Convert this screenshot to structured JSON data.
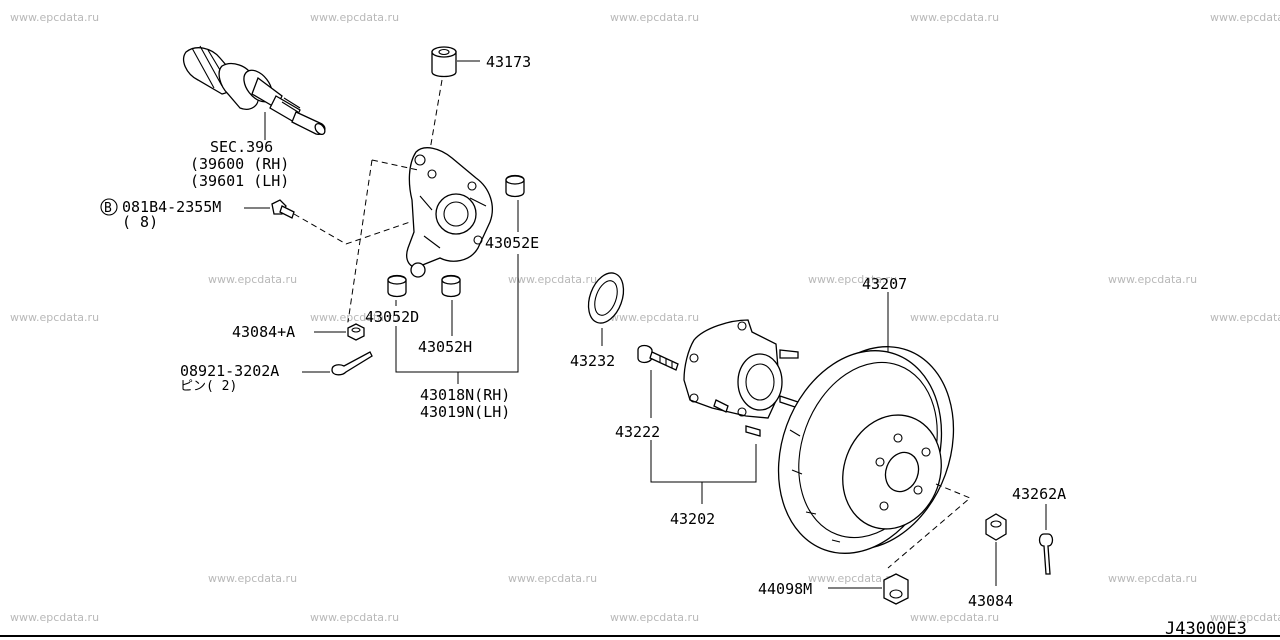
{
  "watermarks": [
    "www.epcdata.ru"
  ],
  "labels": {
    "sec_line1": "SEC.396",
    "sec_line2": "(39600 (RH)",
    "sec_line3": "(39601 (LH)",
    "p43173": "43173",
    "bolt_marker": "B",
    "bolt_code": "081B4-2355M",
    "bolt_qty": "( 8)",
    "p43052E": "43052E",
    "p43084A": "43084+A",
    "p43052D": "43052D",
    "p43052H": "43052H",
    "pin_code": "08921-3202A",
    "pin_qty": "ピン( 2)",
    "p43018N": "43018N(RH)",
    "p43019N": "43019N(LH)",
    "p43232": "43232",
    "p43207": "43207",
    "p43222": "43222",
    "p43202": "43202",
    "p43262A": "43262A",
    "p44098M": "44098M",
    "p43084": "43084",
    "diagram_code": "J43000E3"
  }
}
